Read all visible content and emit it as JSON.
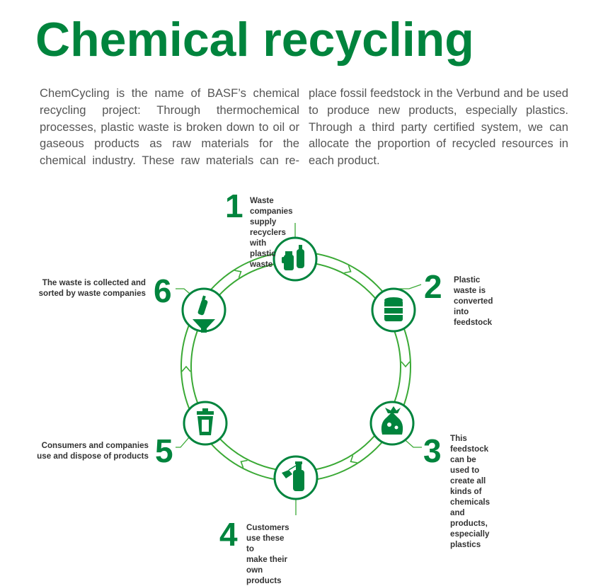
{
  "title": "Chemical recycling",
  "intro": {
    "column_1": "ChemCycling is the name of BASF’s chemical recycling project: Through thermochemical processes, plastic waste is broken down to oil or gaseous products as raw materials for the chemical industry. These raw materials can re-",
    "column_2": "place fossil feedstock in the Verbund and be used to produce new products, especially plastics. Through a third party certified system, we can allocate the proportion of recycled resources in each product."
  },
  "colors": {
    "accent": "#00843d",
    "ring": "#3aa935",
    "text": "#333333"
  },
  "steps": [
    {
      "number": "1",
      "label": "Waste companies supply\nrecyclers with plastic waste",
      "icon": "bottles-icon"
    },
    {
      "number": "2",
      "label": "Plastic waste is converted\ninto feedstock",
      "icon": "barrel-icon"
    },
    {
      "number": "3",
      "label": "This feedstock can be used to\ncreate all kinds of chemicals\nand products, especially plastics",
      "icon": "bag-icon"
    },
    {
      "number": "4",
      "label": "Customers use these to\nmake their own products",
      "icon": "bottle-tag-icon"
    },
    {
      "number": "5",
      "label": "Consumers and companies\nuse and dispose of products",
      "icon": "bin-icon"
    },
    {
      "number": "6",
      "label": "The waste is collected and\nsorted by waste companies",
      "icon": "funnel-icon"
    }
  ]
}
